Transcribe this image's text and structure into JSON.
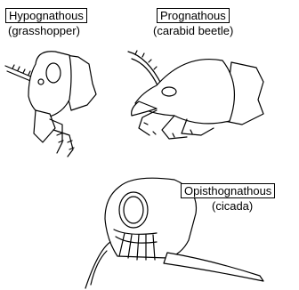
{
  "panels": [
    {
      "label": "Hypognathous",
      "specimen": "(grasshopper)"
    },
    {
      "label": "Prognathous",
      "specimen": "(carabid beetle)"
    },
    {
      "label": "Opisthognathous",
      "specimen": "(cicada)"
    }
  ]
}
